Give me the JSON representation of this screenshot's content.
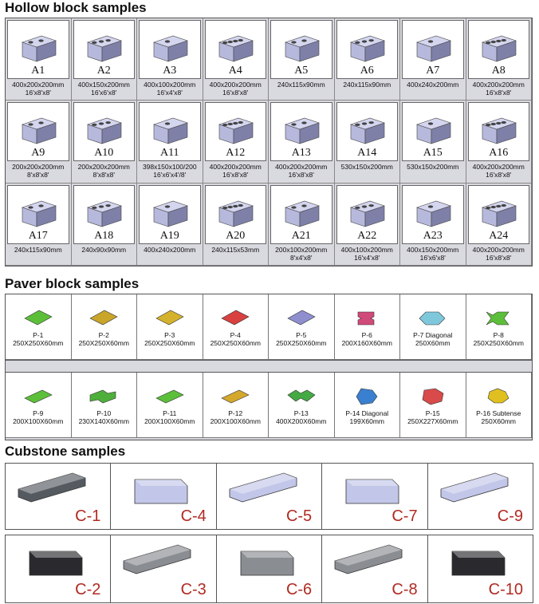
{
  "sections": {
    "hollow_title": "Hollow block samples",
    "paver_title": "Paver block samples",
    "curb_title": "Cubstone samples"
  },
  "hollow": [
    {
      "code": "A1",
      "dim": "400x200x200mm",
      "alt": "16'x8'x8'"
    },
    {
      "code": "A2",
      "dim": "400x150x200mm",
      "alt": "16'x6'x8'"
    },
    {
      "code": "A3",
      "dim": "400x100x200mm",
      "alt": "16'x4'x8'"
    },
    {
      "code": "A4",
      "dim": "400x200x200mm",
      "alt": "16'x8'x8'"
    },
    {
      "code": "A5",
      "dim": "240x115x90mm",
      "alt": ""
    },
    {
      "code": "A6",
      "dim": "240x115x90mm",
      "alt": ""
    },
    {
      "code": "A7",
      "dim": "400x240x200mm",
      "alt": ""
    },
    {
      "code": "A8",
      "dim": "400x200x200mm",
      "alt": "16'x8'x8'"
    },
    {
      "code": "A9",
      "dim": "200x200x200mm",
      "alt": "8'x8'x8'"
    },
    {
      "code": "A10",
      "dim": "200x200x200mm",
      "alt": "8'x8'x8'"
    },
    {
      "code": "A11",
      "dim": "398x150x100/200",
      "alt": "16'x6'x4'/8'"
    },
    {
      "code": "A12",
      "dim": "400x200x200mm",
      "alt": "16'x8'x8'"
    },
    {
      "code": "A13",
      "dim": "400x200x200mm",
      "alt": "16'x8'x8'"
    },
    {
      "code": "A14",
      "dim": "530x150x200mm",
      "alt": ""
    },
    {
      "code": "A15",
      "dim": "530x150x200mm",
      "alt": ""
    },
    {
      "code": "A16",
      "dim": "400x200x200mm",
      "alt": "16'x8'x8'"
    },
    {
      "code": "A17",
      "dim": "240x115x90mm",
      "alt": ""
    },
    {
      "code": "A18",
      "dim": "240x90x90mm",
      "alt": ""
    },
    {
      "code": "A19",
      "dim": "400x240x200mm",
      "alt": ""
    },
    {
      "code": "A20",
      "dim": "240x115x53mm",
      "alt": ""
    },
    {
      "code": "A21",
      "dim": "200x100x200mm",
      "alt": "8'x4'x8'"
    },
    {
      "code": "A22",
      "dim": "400x100x200mm",
      "alt": "16'x4'x8'"
    },
    {
      "code": "A23",
      "dim": "400x150x200mm",
      "alt": "16'x6'x8'"
    },
    {
      "code": "A24",
      "dim": "400x200x200mm",
      "alt": "16'x8'x8'"
    }
  ],
  "pavers": [
    {
      "code": "P-1",
      "dim": "250X250X60mm",
      "color": "#5cbf3a"
    },
    {
      "code": "P-2",
      "dim": "250X250X60mm",
      "color": "#c9a52a"
    },
    {
      "code": "P-3",
      "dim": "250X250X60mm",
      "color": "#d4b22c"
    },
    {
      "code": "P-4",
      "dim": "250X250X60mm",
      "color": "#d94040"
    },
    {
      "code": "P-5",
      "dim": "250X250X60mm",
      "color": "#8f8fd0"
    },
    {
      "code": "P-6",
      "dim": "200X160X60mm",
      "color": "#d04a7a"
    },
    {
      "code": "P-7 Diagonal",
      "dim": "250X60mm",
      "color": "#7fc8dc"
    },
    {
      "code": "P-8",
      "dim": "250X250X60mm",
      "color": "#5cbf3a"
    },
    {
      "code": "P-9",
      "dim": "200X100X60mm",
      "color": "#5cbf3a"
    },
    {
      "code": "P-10",
      "dim": "230X140X60mm",
      "color": "#4eb03a"
    },
    {
      "code": "P-11",
      "dim": "200X100X60mm",
      "color": "#5cbf3a"
    },
    {
      "code": "P-12",
      "dim": "200X100X60mm",
      "color": "#d4a82c"
    },
    {
      "code": "P-13",
      "dim": "400X200X60mm",
      "color": "#44aa44"
    },
    {
      "code": "P-14 Diagonal",
      "dim": "199X60mm",
      "color": "#3a7fd0"
    },
    {
      "code": "P-15",
      "dim": "250X227X60mm",
      "color": "#d94a4a"
    },
    {
      "code": "P-16 Subtense",
      "dim": "250X60mm",
      "color": "#e0c020"
    }
  ],
  "curbs_row1": [
    {
      "code": "C-1",
      "shade": "#555a60"
    },
    {
      "code": "C-4",
      "shade": "#c2c6e8"
    },
    {
      "code": "C-5",
      "shade": "#c2c6e8"
    },
    {
      "code": "C-7",
      "shade": "#c2c6e8"
    },
    {
      "code": "C-9",
      "shade": "#c2c6e8"
    }
  ],
  "curbs_row2": [
    {
      "code": "C-2",
      "shade": "#2a2a2e"
    },
    {
      "code": "C-3",
      "shade": "#8a8d92"
    },
    {
      "code": "C-6",
      "shade": "#8a8d92"
    },
    {
      "code": "C-8",
      "shade": "#8a8d92"
    },
    {
      "code": "C-10",
      "shade": "#2a2a2e"
    }
  ],
  "colors": {
    "block": "#b7b9dc",
    "block_dark": "#7e80a8",
    "curb_label": "#b02a22"
  }
}
